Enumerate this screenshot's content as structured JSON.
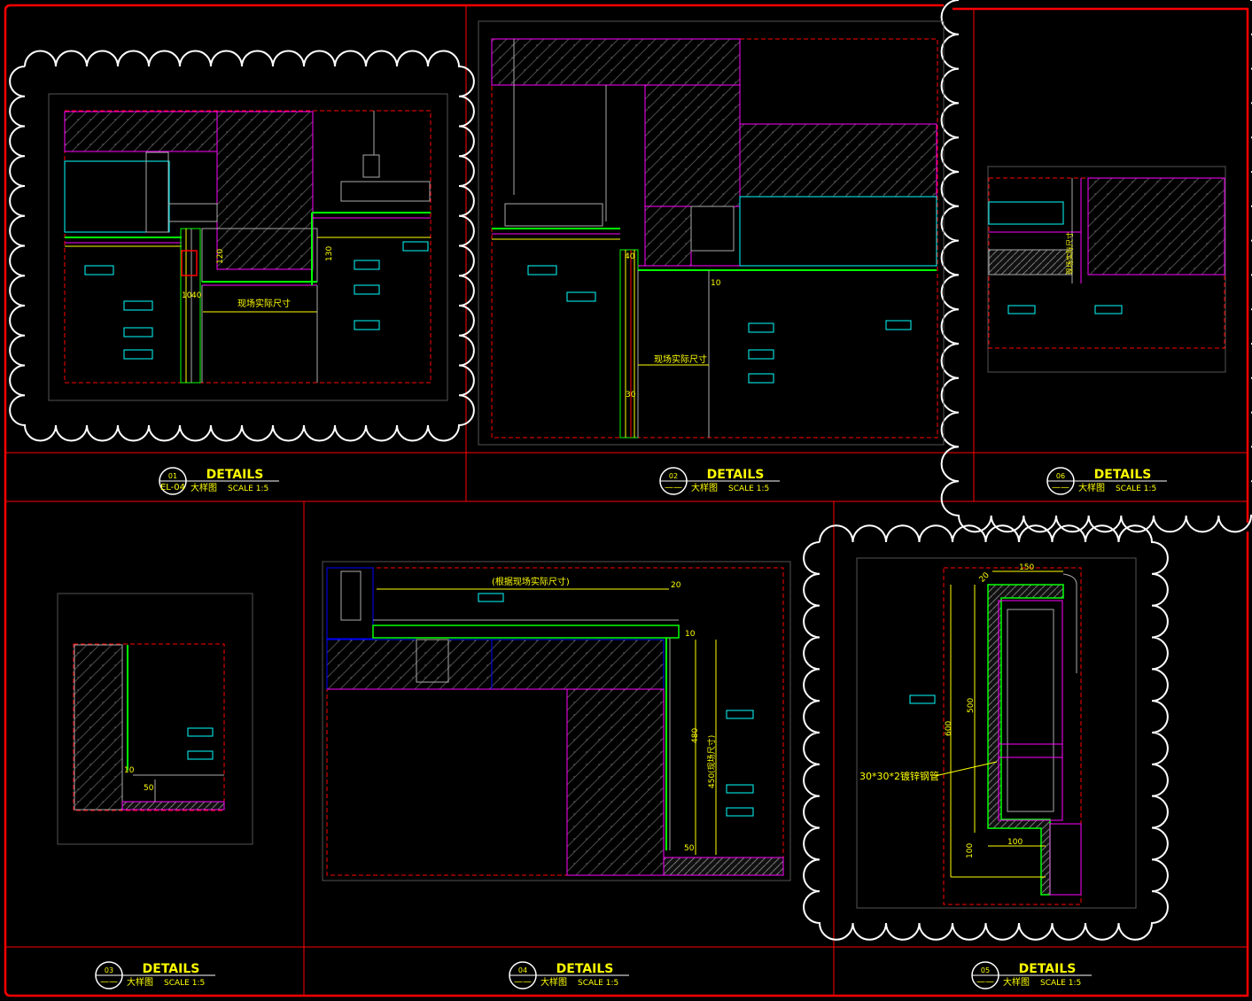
{
  "sheet": {
    "colors": {
      "background": "#000000",
      "frame": "#ff0000",
      "title": "#ffff00",
      "cloud": "#ffffff",
      "magenta": "#ff00ff",
      "green": "#00ff00",
      "cyan": "#00ffff",
      "blue": "#0000ff",
      "hatch": "#555555"
    }
  },
  "panels": [
    {
      "number": "01",
      "ref": "EL-04",
      "title": "DETAILS",
      "subtitle": "大样图",
      "scale": "SCALE 1:5"
    },
    {
      "number": "02",
      "ref": "——",
      "title": "DETAILS",
      "subtitle": "大样图",
      "scale": "SCALE 1:5"
    },
    {
      "number": "06",
      "ref": "——",
      "title": "DETAILS",
      "subtitle": "大样图",
      "scale": "SCALE 1:5"
    },
    {
      "number": "03",
      "ref": "——",
      "title": "DETAILS",
      "subtitle": "大样图",
      "scale": "SCALE 1:5"
    },
    {
      "number": "04",
      "ref": "——",
      "title": "DETAILS",
      "subtitle": "大样图",
      "scale": "SCALE 1:5"
    },
    {
      "number": "05",
      "ref": "——",
      "title": "DETAILS",
      "subtitle": "大样图",
      "scale": "SCALE 1:5"
    }
  ],
  "annotations": {
    "p1_site_size": "现场实际尺寸",
    "p1_dim_120": "120",
    "p1_dim_130": "130",
    "p1_dim_10": "10",
    "p1_dim_40": "40",
    "p2_site_size": "现场实际尺寸",
    "p2_dim_30": "30",
    "p2_dim_40": "40",
    "p2_dim_10": "10",
    "p6_site_size": "现场实际尺寸",
    "p3_dim_50": "50",
    "p3_dim_10": "10",
    "p4_site_size_1": "(根据现场实际尺寸)",
    "p4_dim_20": "20",
    "p4_dim_10": "10",
    "p4_dim_480": "480",
    "p4_site_size_2": "450(现场尺寸)",
    "p4_dim_50": "50",
    "p5_steel_pipe": "30*30*2镀锌钢管",
    "p5_dim_150": "150",
    "p5_dim_500": "500",
    "p5_dim_600": "600",
    "p5_dim_100a": "100",
    "p5_dim_100b": "100",
    "p5_dim_20": "20"
  }
}
